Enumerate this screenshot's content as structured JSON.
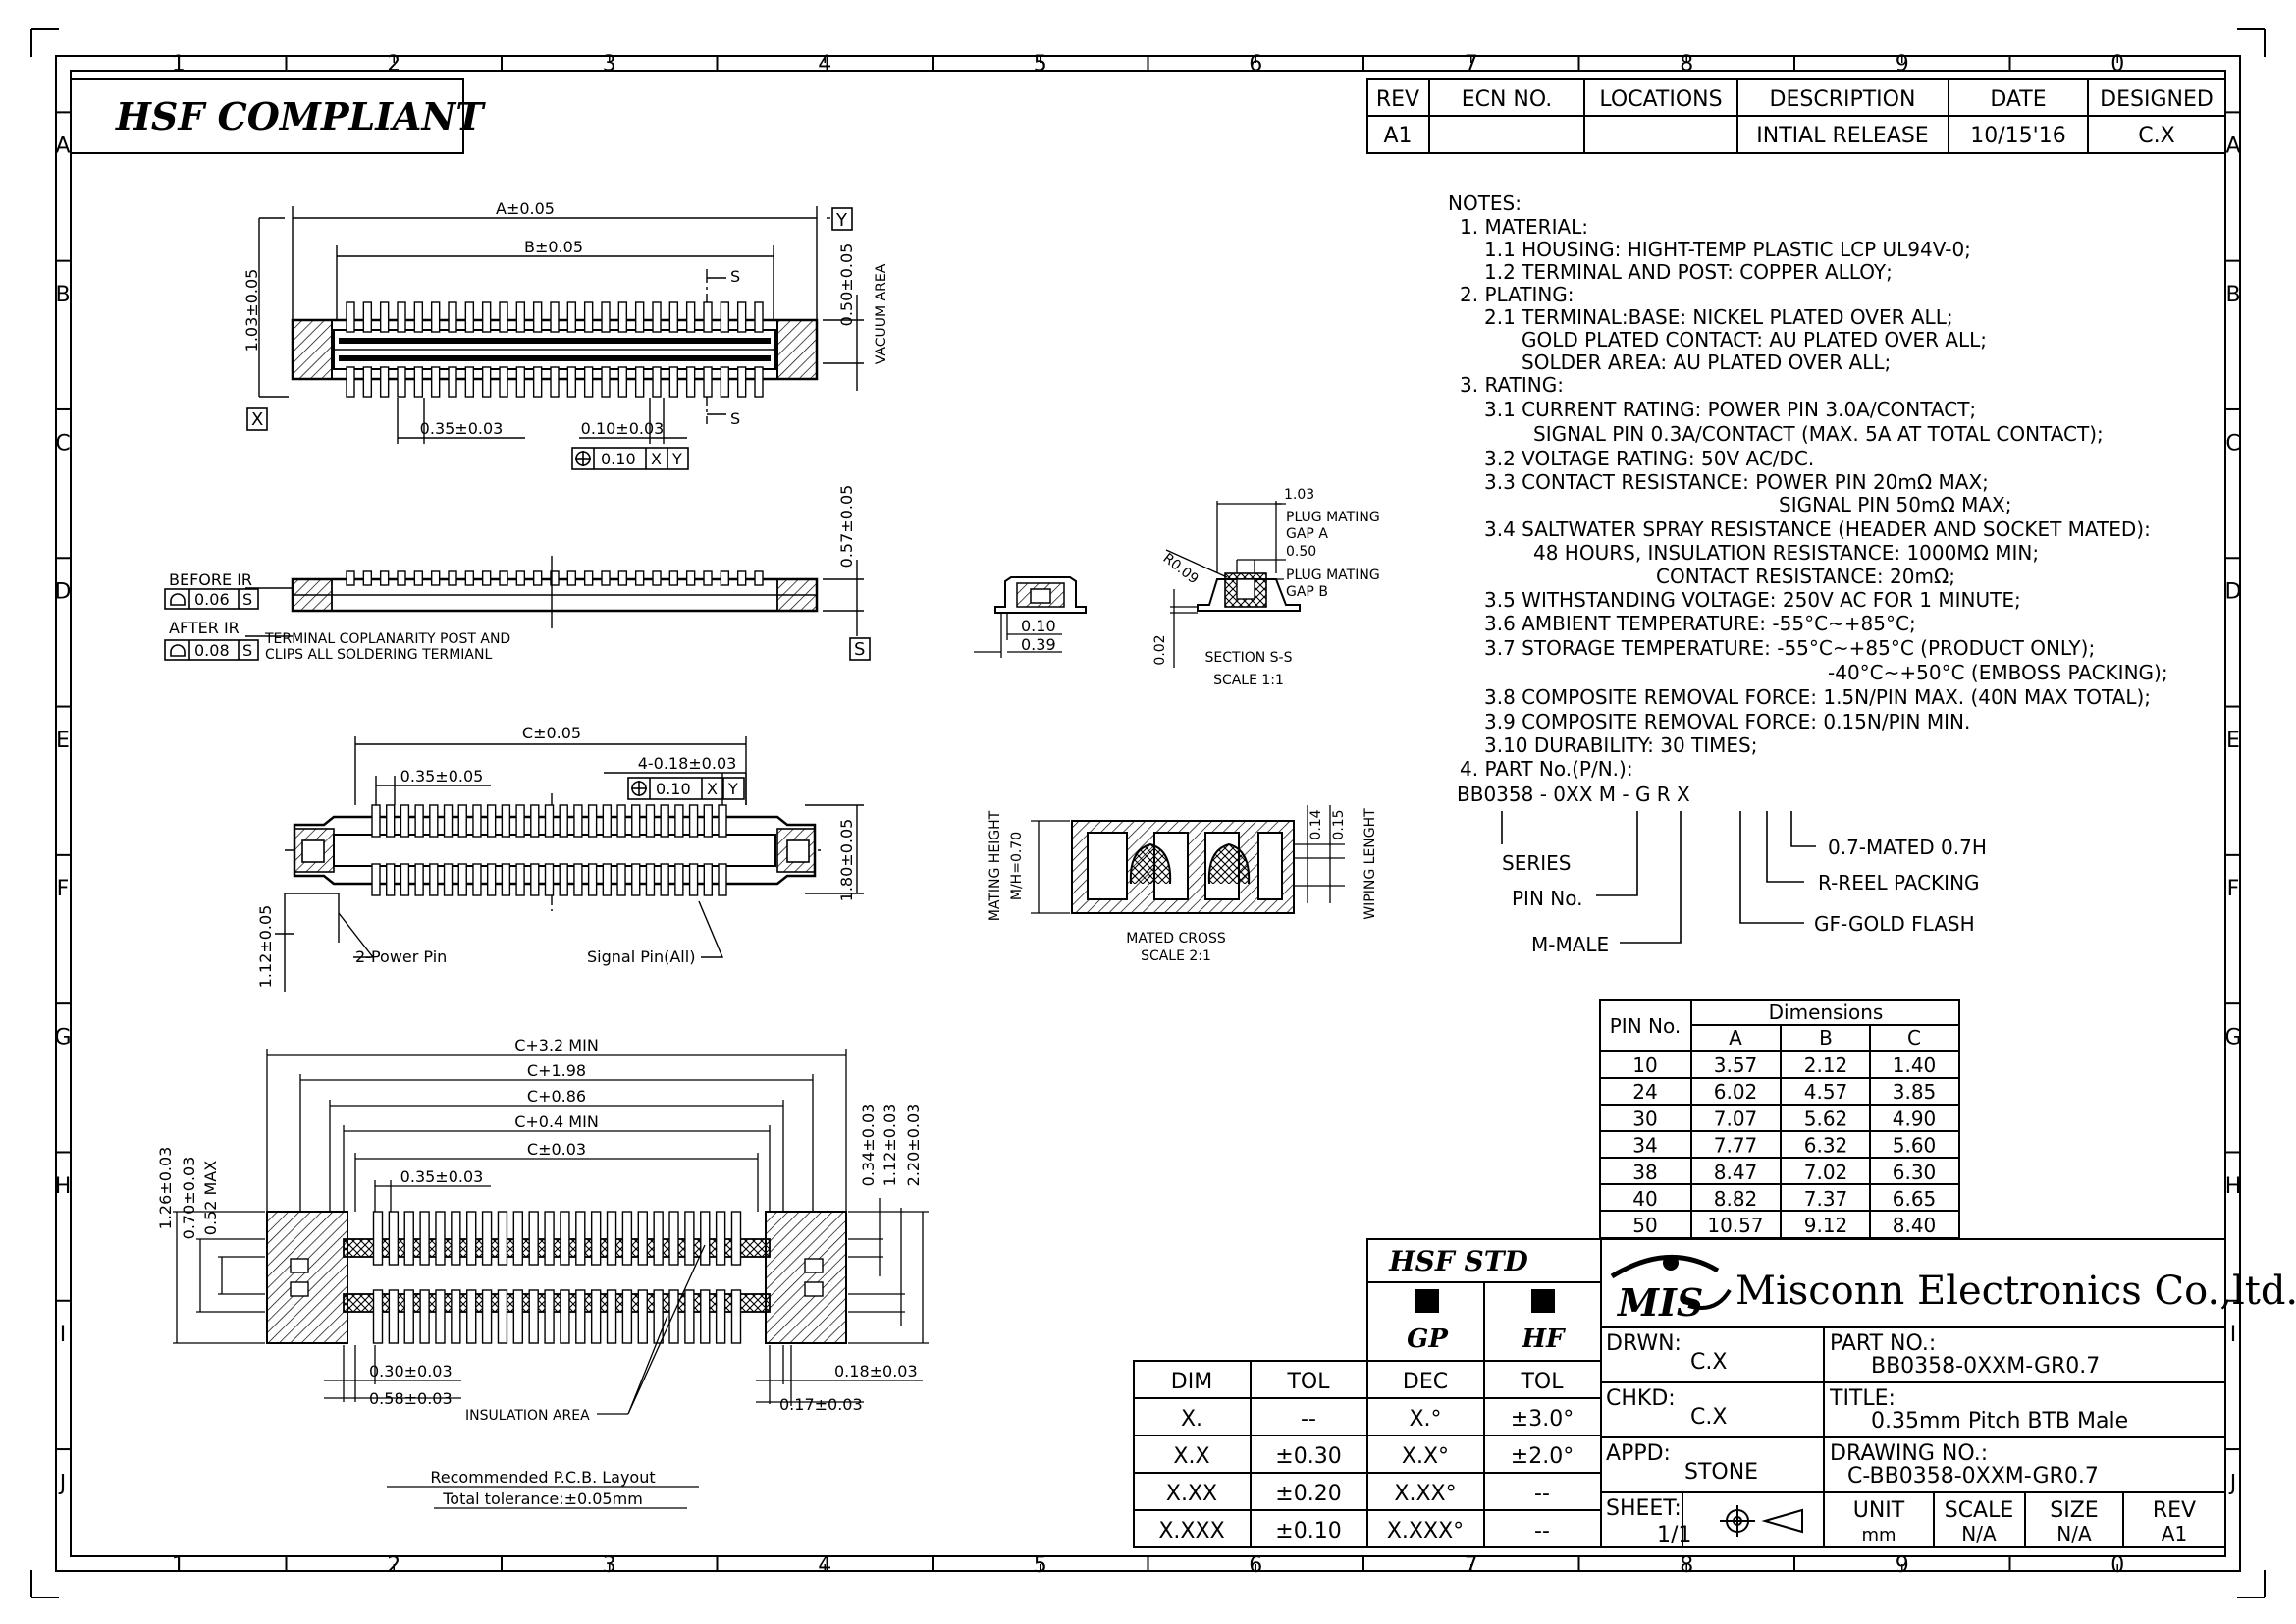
{
  "header": {
    "compliance": "HSF COMPLIANT"
  },
  "border": {
    "columns": [
      "1",
      "2",
      "3",
      "4",
      "5",
      "6",
      "7",
      "8",
      "9",
      "0"
    ],
    "rows": [
      "A",
      "B",
      "C",
      "D",
      "E",
      "F",
      "G",
      "H",
      "I",
      "J"
    ]
  },
  "revision": {
    "headers": [
      "REV",
      "ECN NO.",
      "LOCATIONS",
      "DESCRIPTION",
      "DATE",
      "DESIGNED"
    ],
    "rows": [
      [
        "A1",
        "",
        "",
        "INTIAL RELEASE",
        "10/15'16",
        "C.X"
      ]
    ]
  },
  "notes": {
    "lines": [
      "NOTES:",
      "1. MATERIAL:",
      "1.1 HOUSING: HIGHT-TEMP PLASTIC LCP UL94V-0;",
      "1.2 TERMINAL AND POST: COPPER ALLOY;",
      "2. PLATING:",
      "2.1 TERMINAL:BASE: NICKEL PLATED OVER ALL;",
      "GOLD PLATED CONTACT: AU PLATED OVER ALL;",
      "SOLDER AREA: AU PLATED OVER ALL;",
      "3. RATING:",
      "3.1 CURRENT RATING: POWER PIN 3.0A/CONTACT;",
      "SIGNAL PIN 0.3A/CONTACT (MAX. 5A AT TOTAL CONTACT);",
      "3.2 VOLTAGE RATING: 50V AC/DC.",
      "3.3 CONTACT RESISTANCE: POWER PIN 20mΩ MAX;",
      "SIGNAL PIN 50mΩ MAX;",
      "3.4 SALTWATER SPRAY RESISTANCE (HEADER AND SOCKET MATED):",
      "48 HOURS, INSULATION RESISTANCE: 1000MΩ MIN;",
      "CONTACT RESISTANCE: 20mΩ;",
      "3.5 WITHSTANDING VOLTAGE: 250V AC FOR 1 MINUTE;",
      "3.6 AMBIENT TEMPERATURE: -55°C~+85°C;",
      "3.7 STORAGE TEMPERATURE: -55°C~+85°C (PRODUCT ONLY);",
      "-40°C~+50°C (EMBOSS PACKING);",
      "3.8 COMPOSITE REMOVAL FORCE: 1.5N/PIN MAX. (40N MAX TOTAL);",
      "3.9 COMPOSITE REMOVAL FORCE: 0.15N/PIN MIN.",
      "3.10 DURABILITY: 30 TIMES;",
      "4. PART No.(P/N.):"
    ]
  },
  "part_code": {
    "code": "BB0358 - 0XX M - G R X",
    "legend": [
      "SERIES",
      "PIN No.",
      "M-MALE",
      "GF-GOLD FLASH",
      "R-REEL PACKING",
      "0.7-MATED 0.7H"
    ]
  },
  "dims_table": {
    "title": "Dimensions",
    "headers": [
      "PIN No.",
      "A",
      "B",
      "C"
    ],
    "rows": [
      [
        "10",
        "3.57",
        "2.12",
        "1.40"
      ],
      [
        "24",
        "6.02",
        "4.57",
        "3.85"
      ],
      [
        "30",
        "7.07",
        "5.62",
        "4.90"
      ],
      [
        "34",
        "7.77",
        "6.32",
        "5.60"
      ],
      [
        "38",
        "8.47",
        "7.02",
        "6.30"
      ],
      [
        "40",
        "8.82",
        "7.37",
        "6.65"
      ],
      [
        "50",
        "10.57",
        "9.12",
        "8.40"
      ]
    ]
  },
  "tolerance": {
    "std_title": "HSF STD",
    "gp": "GP",
    "hf": "HF",
    "headers": [
      "DIM",
      "TOL",
      "DEC",
      "TOL"
    ],
    "rows": [
      [
        "X.",
        "--",
        "X.°",
        "±3.0°"
      ],
      [
        "X.X",
        "±0.30",
        "X.X°",
        "±2.0°"
      ],
      [
        "X.XX",
        "±0.20",
        "X.XX°",
        "--"
      ],
      [
        "X.XXX",
        "±0.10",
        "X.XXX°",
        "--"
      ]
    ]
  },
  "title_block": {
    "logo": "MIS",
    "company": "Misconn Electronics Co.,ltd.",
    "drwn_label": "DRWN:",
    "drwn": "C.X",
    "chkd_label": "CHKD:",
    "chkd": "C.X",
    "appd_label": "APPD:",
    "appd": "STONE",
    "part_label": "PART NO.:",
    "part": "BB0358-0XXM-GR0.7",
    "title_label": "TITLE:",
    "title": "0.35mm Pitch BTB Male",
    "drawing_label": "DRAWING NO.:",
    "drawing": "C-BB0358-0XXM-GR0.7",
    "sheet_label": "SHEET:",
    "sheet": "1/1",
    "unit_label": "UNIT",
    "unit": "mm",
    "scale_label": "SCALE",
    "scale": "N/A",
    "size_label": "SIZE",
    "size": "N/A",
    "rev_label": "REV",
    "rev": "A1"
  },
  "view_top": {
    "a_dim": "A±0.05",
    "b_dim": "B±0.05",
    "y_ref": "Y",
    "x_ref": "X",
    "s_mark": "S",
    "h_dim": "1.03±0.05",
    "vac_dim": "0.50±0.05",
    "vac_label": "VACUUM AREA",
    "pitch": "0.35±0.03",
    "width": "0.10±0.03",
    "fcf": [
      "0.10",
      "X",
      "Y"
    ]
  },
  "view_side": {
    "before_ir": "BEFORE IR",
    "before_val": "0.06",
    "after_ir": "AFTER IR",
    "after_val": "0.08",
    "s_ref": "S",
    "note1": "TERMINAL COPLANARITY POST AND",
    "note2": "CLIPS ALL SOLDERING TERMIANL",
    "h_dim": "0.57±0.05"
  },
  "view_end": {
    "d1": "0.10",
    "d2": "0.39"
  },
  "view_section": {
    "r": "R0.09",
    "d103": "1.03",
    "gap_a1": "PLUG MATING",
    "gap_a2": "GAP A",
    "d050": "0.50",
    "gap_b1": "PLUG MATING",
    "gap_b2": "GAP B",
    "d002": "0.02",
    "title": "SECTION S-S",
    "scale": "SCALE 1:1"
  },
  "view_bottom": {
    "c_dim": "C±0.05",
    "pitch": "0.35±0.05",
    "fcf_head": "4-0.18±0.03",
    "fcf": [
      "0.10",
      "X",
      "Y"
    ],
    "h1": "1.80±0.05",
    "h2": "1.12±0.05",
    "power": "2-Power Pin",
    "signal": "Signal Pin(All)"
  },
  "view_mated": {
    "mating_label": "MATING HEIGHT",
    "mh": "M/H=0.70",
    "d014": "0.14",
    "d015": "0.15",
    "wiping": "WIPING LENGHT",
    "title": "MATED CROSS",
    "scale": "SCALE 2:1"
  },
  "view_pcb": {
    "dims": [
      "C+3.2 MIN",
      "C+1.98",
      "C+0.86",
      "C+0.4 MIN",
      "C±0.03",
      "0.35±0.03"
    ],
    "left_dims": [
      "1.26±0.03",
      "0.70±0.03",
      "0.52 MAX"
    ],
    "right_dims": [
      "0.34±0.03",
      "1.12±0.03",
      "2.20±0.03"
    ],
    "bottom_left": [
      "0.30±0.03",
      "0.58±0.03"
    ],
    "bottom_right": [
      "0.18±0.03",
      "0.17±0.03"
    ],
    "insulation": "INSULATION AREA",
    "title": "Recommended P.C.B. Layout",
    "tol": "Total tolerance:±0.05mm"
  }
}
